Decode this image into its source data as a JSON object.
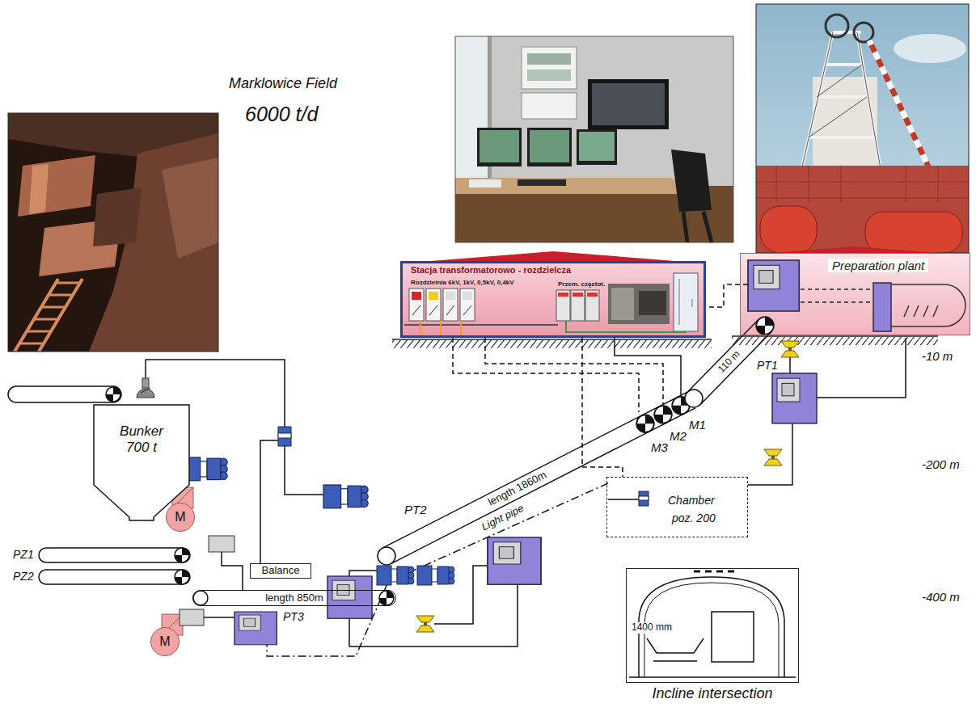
{
  "diagram": {
    "nodes": [
      {
        "text": [
          "Stacja transformatorowo - rozdzielcza",
          "Rozdzielnia 6kV, 1kV, 0,5kV, 0,4kV",
          "Przem. częstot."
        ]
      },
      {
        "text": [
          "Preparation plant"
        ]
      },
      {
        "text": [
          "Bunker",
          "700 t"
        ]
      },
      {
        "text": [
          "M"
        ]
      },
      {
        "text": [
          "Chamber",
          "poz. 200"
        ]
      },
      {
        "text": [
          "Balance"
        ]
      },
      {
        "text": [
          "Incline intersection"
        ]
      },
      {
        "text": [
          "length 850m"
        ]
      },
      {
        "text": [
          "M"
        ]
      }
    ],
    "edges": [
      {
        "from": 0,
        "to": 4,
        "arrow": "none"
      }
    ],
    "labels": [
      "Marklowice Field",
      "6000 t/d",
      "PZ1",
      "PZ2",
      "PT3",
      "PT2",
      "length 1860m",
      "Light pipe",
      "M1",
      "M2",
      "M3",
      "110 m",
      "PT1",
      "-10 m",
      "-200 m",
      "-400 m",
      "1400 mm"
    ]
  }
}
